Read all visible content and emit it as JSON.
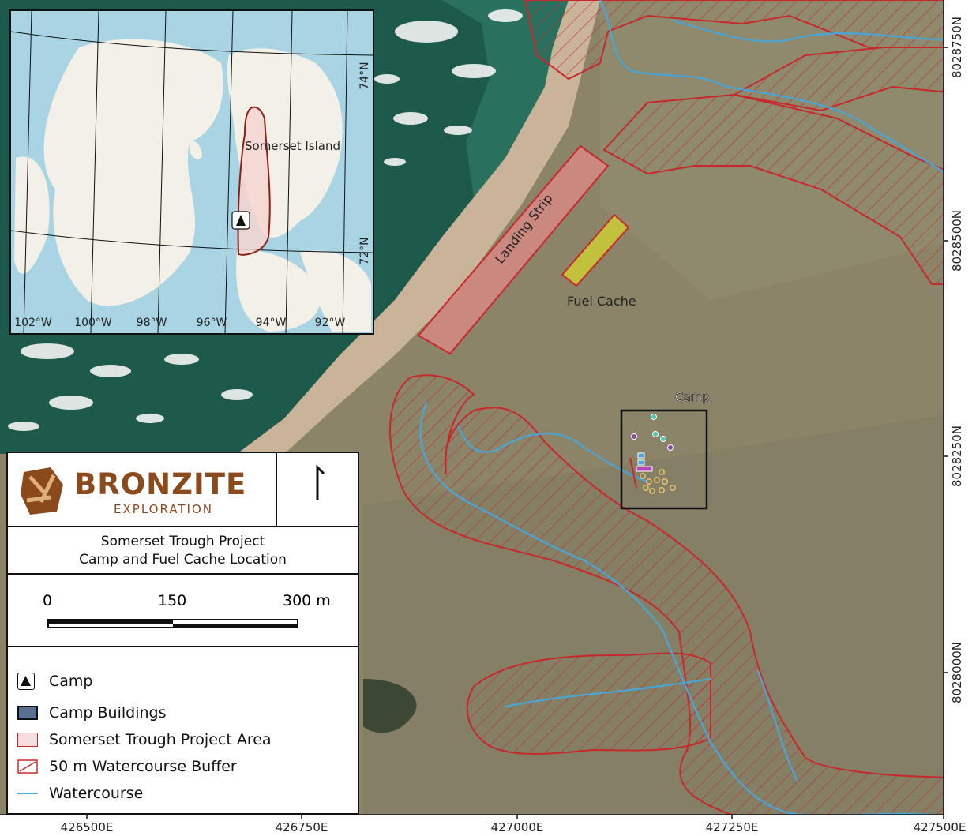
{
  "labels": {
    "landing_strip": "Landing Strip",
    "fuel_cache": "Fuel Cache",
    "camp": "Camp"
  },
  "inset": {
    "island_label": "Somerset Island",
    "lat_labels": [
      "74°N",
      "72°N"
    ],
    "lon_labels": [
      "102°W",
      "100°W",
      "98°W",
      "96°W",
      "94°W",
      "92°W"
    ]
  },
  "coords": {
    "northings": [
      "8028750N",
      "8028500N",
      "8028250N",
      "8028000N"
    ],
    "eastings": [
      "426500E",
      "426750E",
      "427000E",
      "427250E",
      "427500E"
    ]
  },
  "title_block": {
    "logo_main": "BRONZITE",
    "logo_sub": "EXPLORATION",
    "title_line1": "Somerset Trough Project",
    "title_line2": "Camp and Fuel Cache Location"
  },
  "scale_bar": {
    "ticks": [
      "0",
      "150",
      "300 m"
    ]
  },
  "legend": {
    "items": [
      "Camp",
      "Camp Buildings",
      "Somerset Trough Project Area",
      "50 m Watercourse Buffer",
      "Watercourse"
    ]
  },
  "colors": {
    "water": "#1d5a4c",
    "land": "#8b8468",
    "buffer": "#c8282a",
    "watercourse": "#4aa6d6",
    "landing_strip": "#e08a87",
    "fuel_cache": "#c8c83a",
    "brand": "#8a4a1c"
  }
}
